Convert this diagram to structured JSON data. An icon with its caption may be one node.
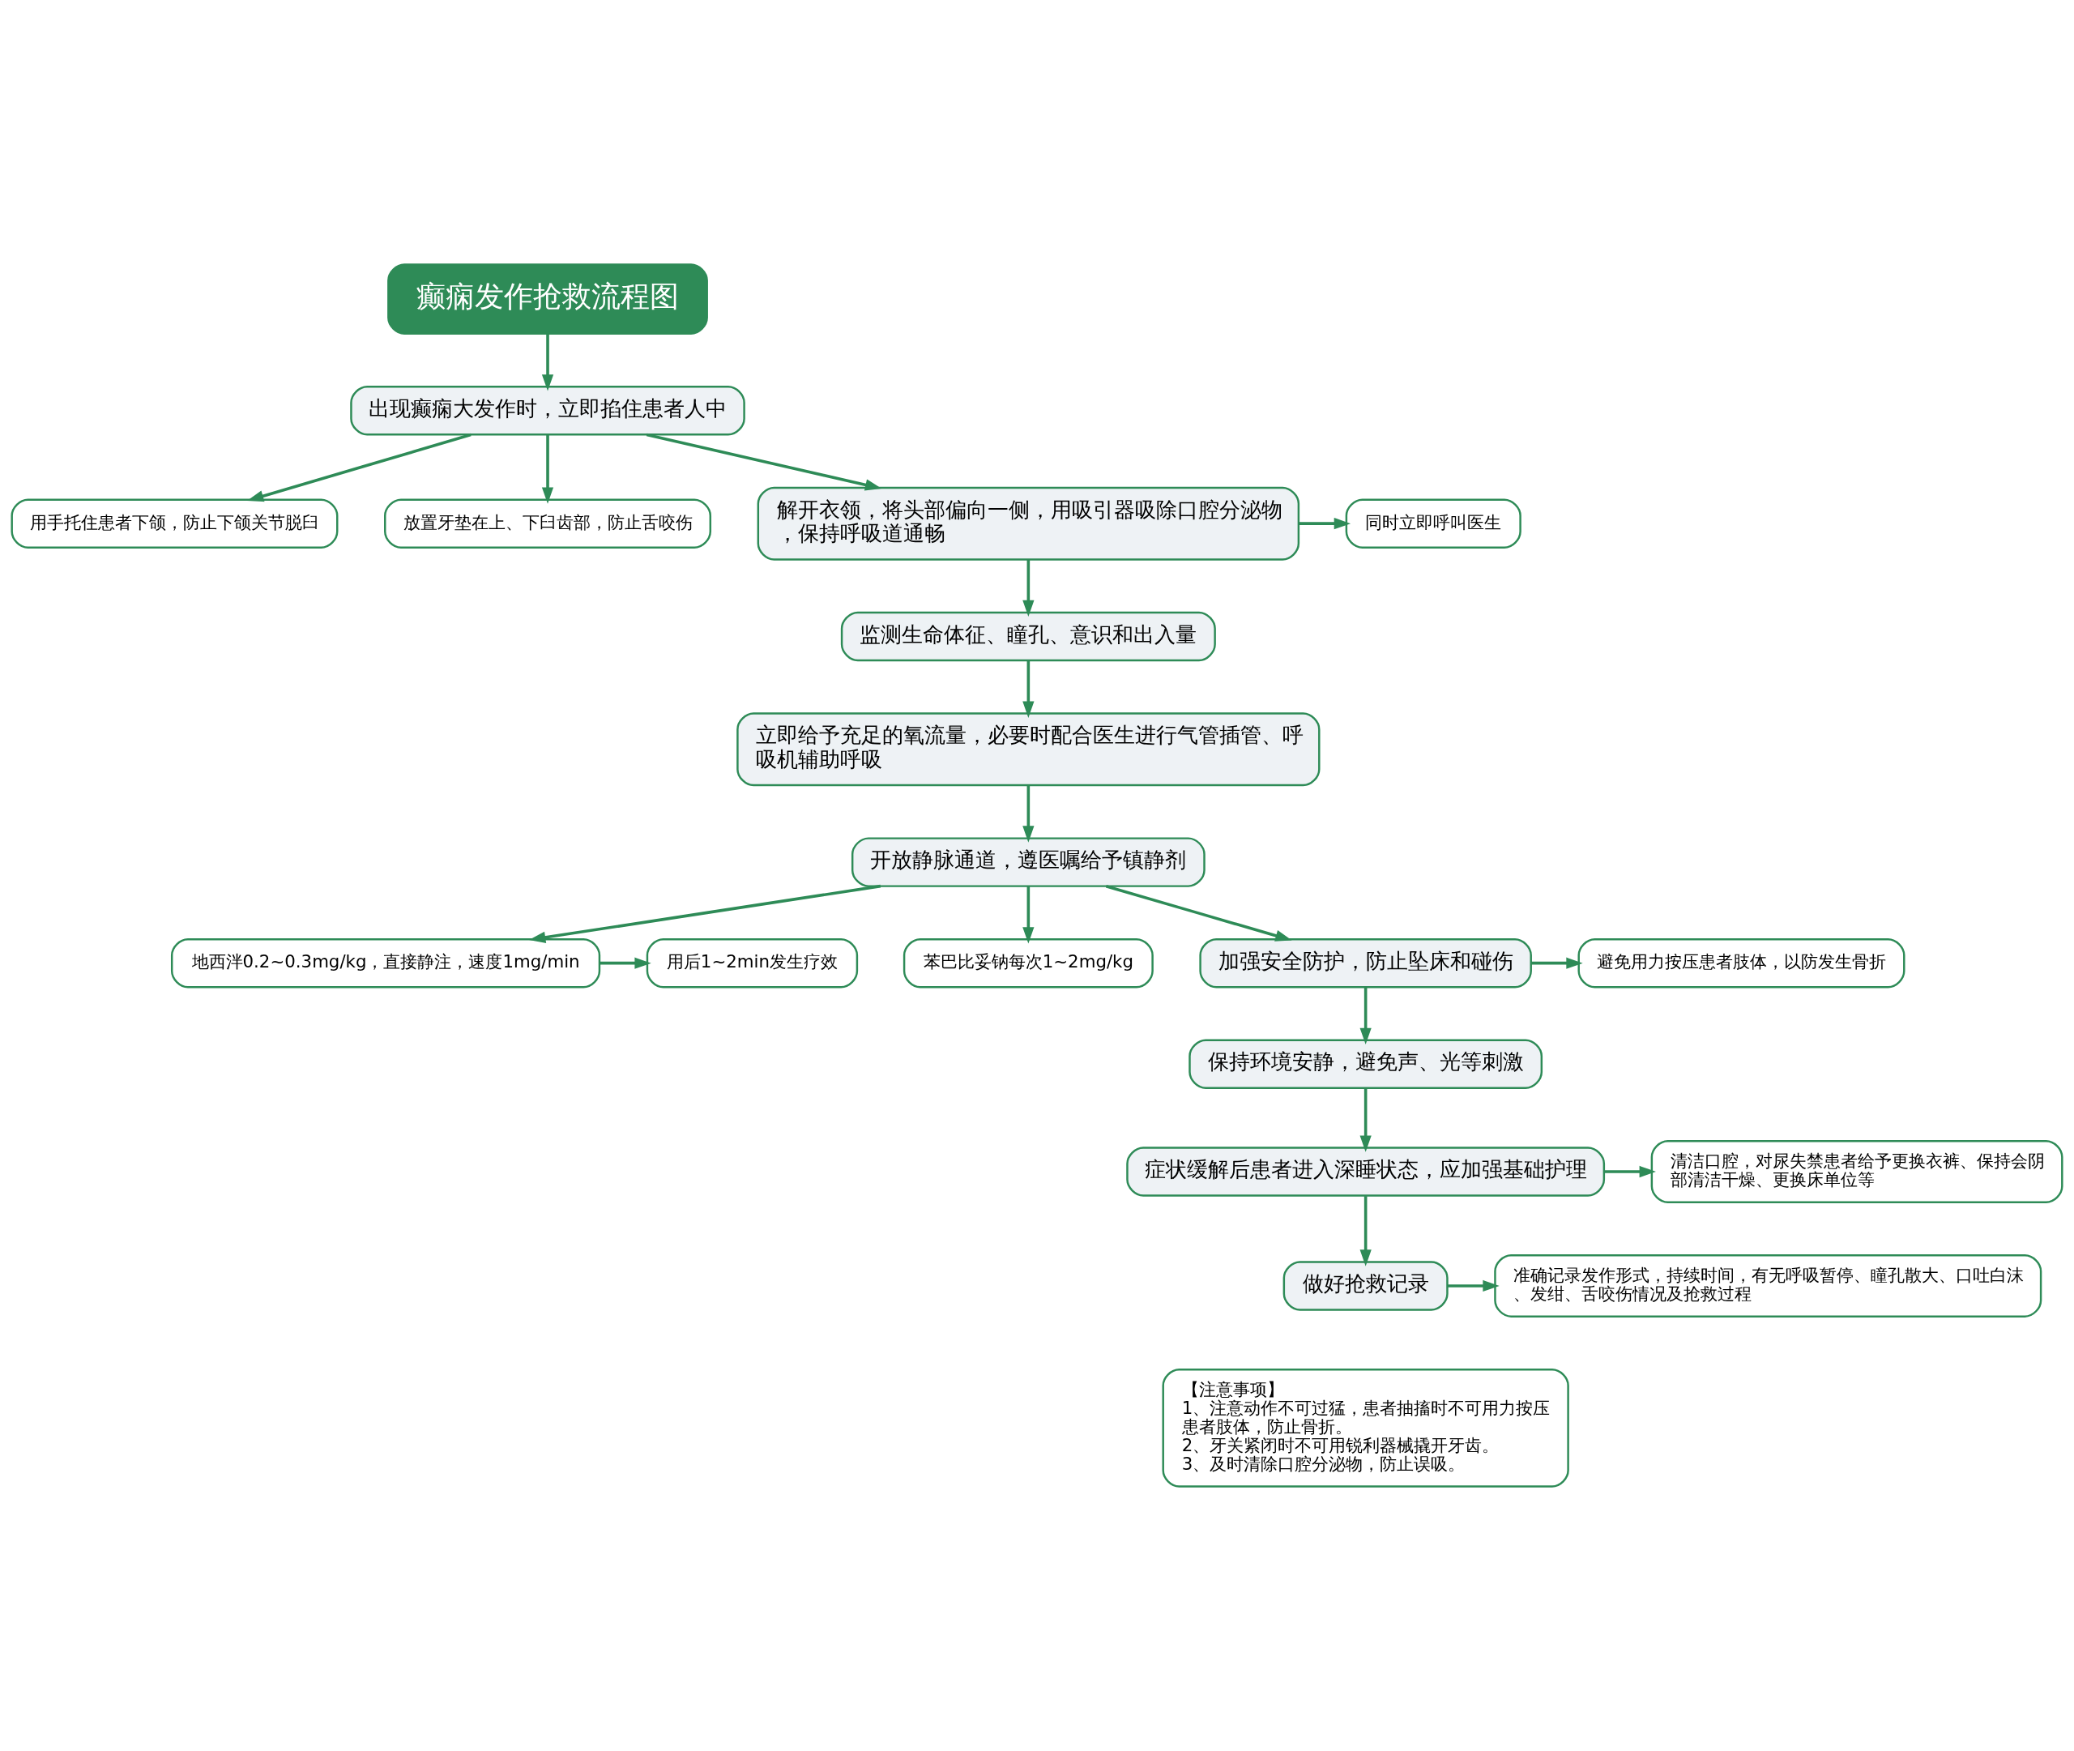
{
  "diagram": {
    "nodes": [
      {
        "text": [
          "癫痫发作抢救流程图"
        ]
      },
      {
        "text": [
          "出现癫痫大发作时，立即掐住患者人中"
        ]
      },
      {
        "text": [
          "用手托住患者下颌，防止下颌关节脱臼"
        ]
      },
      {
        "text": [
          "放置牙垫在上、下臼齿部，防止舌咬伤"
        ]
      },
      {
        "text": [
          "解开衣领，将头部偏向一侧，用吸引器吸除口腔分泌物，保持呼吸道通畅"
        ]
      },
      {
        "text": [
          "同时立即呼叫医生"
        ]
      },
      {
        "text": [
          "监测生命体征、瞳孔、意识和出入量"
        ]
      },
      {
        "text": [
          "立即给予充足的氧流量，必要时配合医生进行气管插管、呼吸机辅助呼吸"
        ]
      },
      {
        "text": [
          "开放静脉通道，遵医嘱给予镇静剂"
        ]
      },
      {
        "text": [
          "地西泮0.2~0.3mg/kg，直接静注，速度1mg/min"
        ]
      },
      {
        "text": [
          "用后1~2min发生疗效"
        ]
      },
      {
        "text": [
          "苯巴比妥钠每次1~2mg/kg"
        ]
      },
      {
        "text": [
          "加强安全防护，防止坠床和碰伤"
        ]
      },
      {
        "text": [
          "避免用力按压患者肢体，以防发生骨折"
        ]
      },
      {
        "text": [
          "保持环境安静，避免声、光等刺激"
        ]
      },
      {
        "text": [
          "症状缓解后患者进入深睡状态，应加强基础护理"
        ]
      },
      {
        "text": [
          "清洁口腔，对尿失禁患者给予更换衣裤、保持会阴部清洁干燥、更换床单位等"
        ]
      },
      {
        "text": [
          "做好抢救记录"
        ]
      },
      {
        "text": [
          "准确记录发作形式，持续时间，有无呼吸暂停、瞳孔散大、口吐白沫、发绀、舌咬伤情况及抢救过程"
        ]
      },
      {
        "text": [
          "【注意事项】",
          "1、注意动作不可过猛，患者抽搐时不可用力按压患者肢体，防止骨折。",
          "2、牙关紧闭时不可用锐利器械撬开牙齿。",
          "3、及时清除口腔分泌物，防止误吸。"
        ]
      }
    ],
    "edges": [
      {
        "from": 0,
        "to": 1,
        "arrow": "to"
      },
      {
        "from": 1,
        "to": 2,
        "arrow": "to"
      },
      {
        "from": 1,
        "to": 3,
        "arrow": "to"
      },
      {
        "from": 1,
        "to": 4,
        "arrow": "to"
      },
      {
        "from": 4,
        "to": 5,
        "arrow": "to"
      },
      {
        "from": 4,
        "to": 6,
        "arrow": "to"
      },
      {
        "from": 6,
        "to": 7,
        "arrow": "to"
      },
      {
        "from": 7,
        "to": 8,
        "arrow": "to"
      },
      {
        "from": 8,
        "to": 9,
        "arrow": "to"
      },
      {
        "from": 9,
        "to": 10,
        "arrow": "to"
      },
      {
        "from": 8,
        "to": 11,
        "arrow": "to"
      },
      {
        "from": 8,
        "to": 12,
        "arrow": "to"
      },
      {
        "from": 12,
        "to": 13,
        "arrow": "to"
      },
      {
        "from": 12,
        "to": 14,
        "arrow": "to"
      },
      {
        "from": 14,
        "to": 15,
        "arrow": "to"
      },
      {
        "from": 15,
        "to": 16,
        "arrow": "to"
      },
      {
        "from": 15,
        "to": 17,
        "arrow": "to"
      },
      {
        "from": 17,
        "to": 18,
        "arrow": "to"
      }
    ]
  }
}
